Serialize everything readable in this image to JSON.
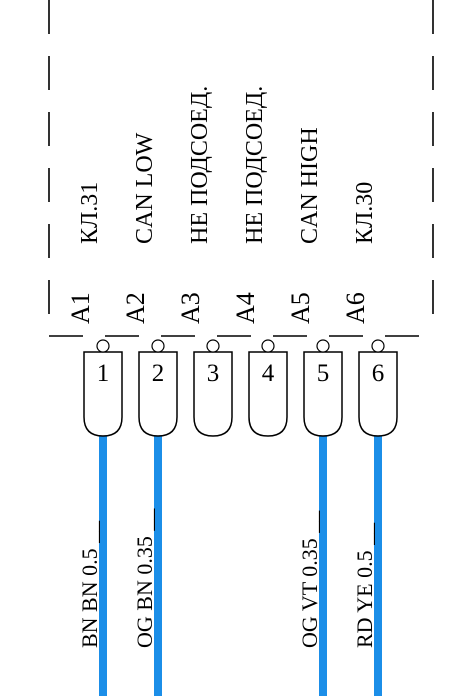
{
  "diagram": {
    "pins": [
      {
        "label": "A1",
        "signal": "КЛ.31",
        "number": "1",
        "wired": true,
        "wire_label": "BN BN 0.5 __"
      },
      {
        "label": "A2",
        "signal": "CAN LOW",
        "number": "2",
        "wired": true,
        "wire_label": "OG BN 0.35 __"
      },
      {
        "label": "A3",
        "signal": "НЕ ПОДСОЕД.",
        "number": "3",
        "wired": false,
        "wire_label": ""
      },
      {
        "label": "A4",
        "signal": "НЕ ПОДСОЕД.",
        "number": "4",
        "wired": false,
        "wire_label": ""
      },
      {
        "label": "A5",
        "signal": "CAN HIGH",
        "number": "5",
        "wired": true,
        "wire_label": "OG VT 0.35 __"
      },
      {
        "label": "A6",
        "signal": "КЛ.30",
        "number": "6",
        "wired": true,
        "wire_label": "RD YE 0.5 __"
      }
    ],
    "colors": {
      "wire": "#1b8ee8",
      "line": "#000000",
      "background": "#ffffff"
    }
  }
}
